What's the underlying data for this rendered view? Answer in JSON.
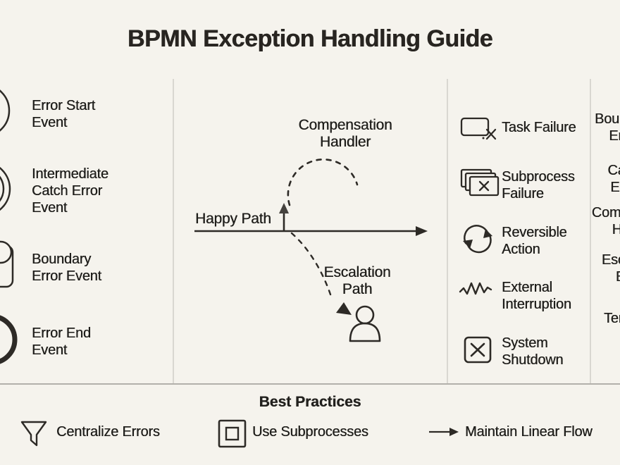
{
  "title": "BPMN Exception Handling Guide",
  "colors": {
    "background": "#f5f3ed",
    "ink": "#2d2a26",
    "text": "#1f1e1b",
    "divider": "#d9d7d1",
    "rule": "#b2b0ab"
  },
  "event_legend": {
    "items": [
      {
        "icon": "error-start-event-icon",
        "label": "Error Start\nEvent"
      },
      {
        "icon": "intermediate-catch-error-icon",
        "label": "Intermediate\nCatch Error\nEvent"
      },
      {
        "icon": "boundary-error-icon",
        "label": "Boundary\nError Event"
      },
      {
        "icon": "error-end-event-icon",
        "label": "Error End\nEvent"
      }
    ]
  },
  "flow_diagram": {
    "compensation_label": "Compensation\nHandler",
    "happy_path_label": "Happy Path",
    "escalation_label": "Escalation\nPath"
  },
  "failure_legend": {
    "items": [
      {
        "icon": "task-failure-icon",
        "label": "Task Failure"
      },
      {
        "icon": "subprocess-failure-icon",
        "label": "Subprocess\nFailure"
      },
      {
        "icon": "reversible-action-icon",
        "label": "Reversible\nAction"
      },
      {
        "icon": "external-interruption-icon",
        "label": "External\nInterruption"
      },
      {
        "icon": "system-shutdown-icon",
        "label": "System\nShutdown"
      }
    ]
  },
  "handler_column": {
    "items": [
      {
        "label": "Boundary\nError"
      },
      {
        "label": "Catch\nError"
      },
      {
        "label": "Compensation\nHandler"
      },
      {
        "label": "Escalation\nEvent"
      },
      {
        "label": "Terminate\nEnd"
      }
    ]
  },
  "best_practices": {
    "title": "Best Practices",
    "items": [
      {
        "icon": "funnel-icon",
        "label": "Centralize Errors"
      },
      {
        "icon": "subprocess-box-icon",
        "label": "Use Subprocesses"
      },
      {
        "icon": "linear-flow-arrow-icon",
        "label": "Maintain Linear Flow"
      }
    ]
  }
}
